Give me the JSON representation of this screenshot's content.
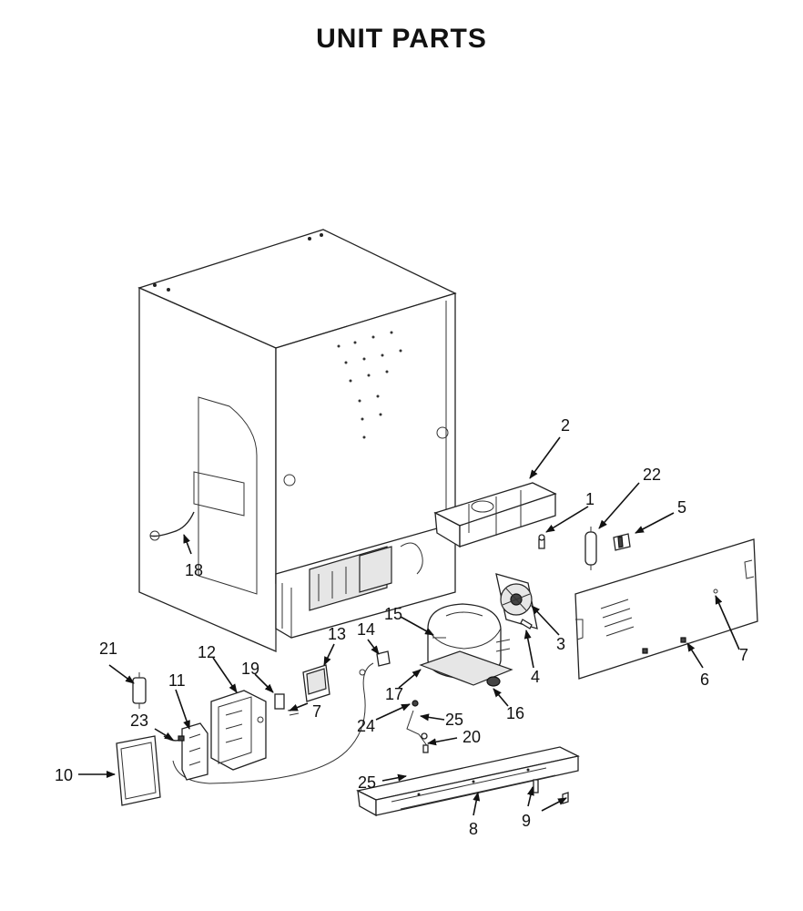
{
  "title": "UNIT PARTS",
  "callouts": {
    "c1": "1",
    "c2": "2",
    "c3": "3",
    "c4": "4",
    "c5": "5",
    "c6": "6",
    "c7a": "7",
    "c7b": "7",
    "c8": "8",
    "c9": "9",
    "c10": "10",
    "c11": "11",
    "c12": "12",
    "c13": "13",
    "c14": "14",
    "c15": "15",
    "c16": "16",
    "c17": "17",
    "c18": "18",
    "c19": "19",
    "c20": "20",
    "c21": "21",
    "c22": "22",
    "c23": "23",
    "c24": "24",
    "c25a": "25",
    "c25b": "25"
  }
}
